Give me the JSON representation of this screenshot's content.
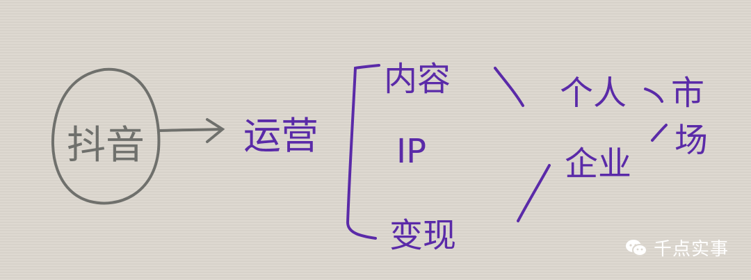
{
  "diagram": {
    "center_node": {
      "label": "抖音"
    },
    "arrow_target": {
      "label": "运营"
    },
    "branches": [
      {
        "label": "内容"
      },
      {
        "label": "IP"
      },
      {
        "label": "变现"
      }
    ],
    "targets": [
      {
        "label": "个人"
      },
      {
        "label": "企业"
      }
    ],
    "outcome": {
      "label": "市场"
    }
  },
  "watermark": {
    "text": "千点实事",
    "icon": "wechat-icon"
  },
  "colors": {
    "ink_gray": "#6f706c",
    "ink_purple": "#5a2aa8",
    "paper": "#dcd7cf"
  }
}
